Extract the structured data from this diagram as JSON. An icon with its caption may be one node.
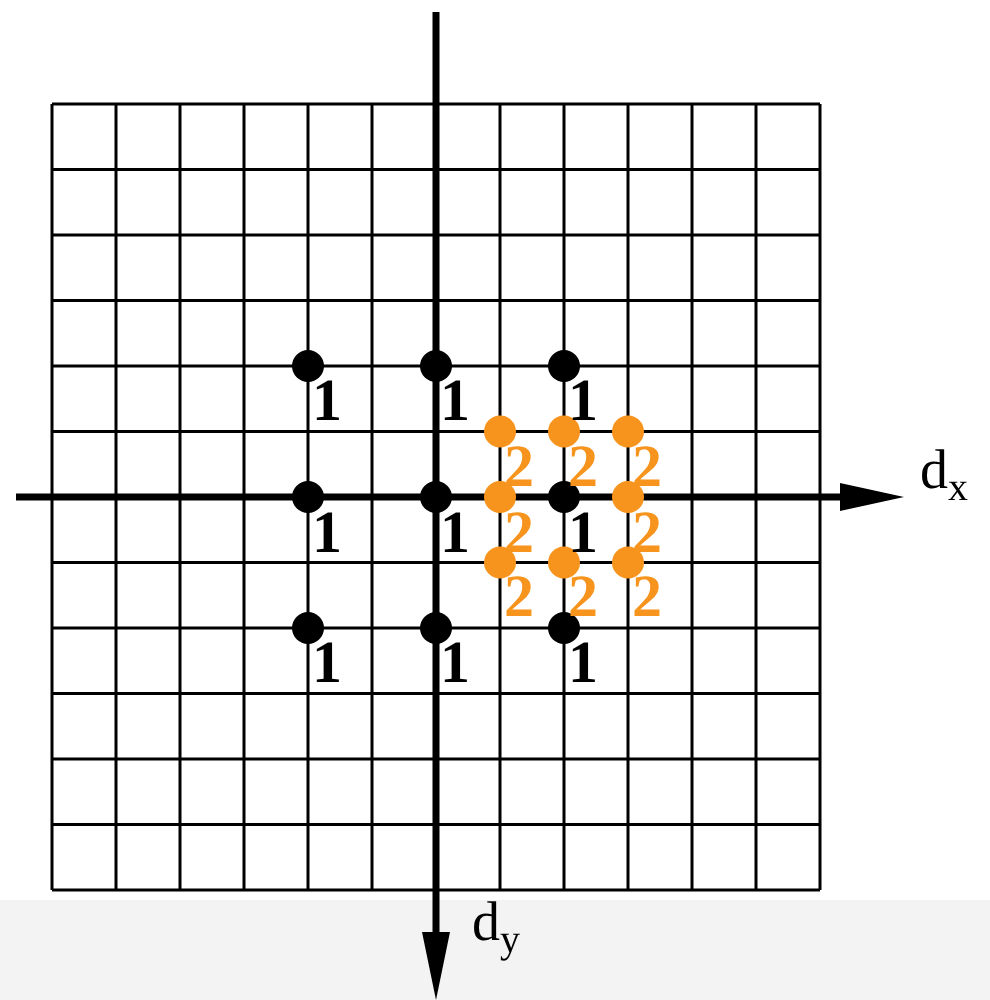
{
  "diagram": {
    "labels": [
      "1",
      "1",
      "1",
      "2",
      "2",
      "2",
      "d$_{x}$",
      "1",
      "1",
      "2",
      "1",
      "2",
      "2",
      "2",
      "2",
      "1",
      "1",
      "1",
      "d$_{y}$"
    ]
  }
}
